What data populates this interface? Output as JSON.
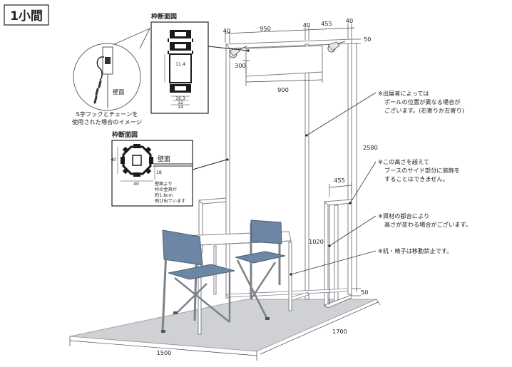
{
  "title": "1小間",
  "section_label_top": "枠断面図",
  "section_label_mid": "枠断面図",
  "hook_caption": [
    "S字フックとチェーンを",
    "使用された場合のイメージ"
  ],
  "wall_label_top": "壁面",
  "wall_label_mid": "壁面",
  "section_numbers_top": [
    "11.4",
    "16.3",
    "12",
    "14"
  ],
  "section_numbers_mid": [
    "40",
    "40",
    "18"
  ],
  "section_mid_note": [
    "壁面より",
    "枠の金具が",
    "約1.8cm",
    "飛び出ています"
  ],
  "dims": {
    "d40a": "40",
    "d950": "950",
    "d40b": "40",
    "d455a": "455",
    "d40c": "40",
    "d50a": "50",
    "d300": "300",
    "d900": "900",
    "d2580": "2580",
    "d455b": "455",
    "d1020": "1020",
    "d50b": "50",
    "d1700": "1700",
    "d1500": "1500"
  },
  "notes": {
    "n1": [
      "※出展者によっては",
      "ポールの位置が異なる場合が",
      "ございます。(右寄りか左寄り)"
    ],
    "n2": [
      "※この高さを越えて",
      "ブースのサイド部分に装飾を",
      "することはできません。"
    ],
    "n3": [
      "※資材の都合により",
      "高さが変わる場合がございます。"
    ],
    "n4": [
      "※机・椅子は移動禁止です。"
    ]
  },
  "colors": {
    "floor": "#cfd1d4",
    "frame": "#7d8288",
    "chair_fabric": "#6d86a6",
    "chair_frame": "#9aa0a6"
  }
}
